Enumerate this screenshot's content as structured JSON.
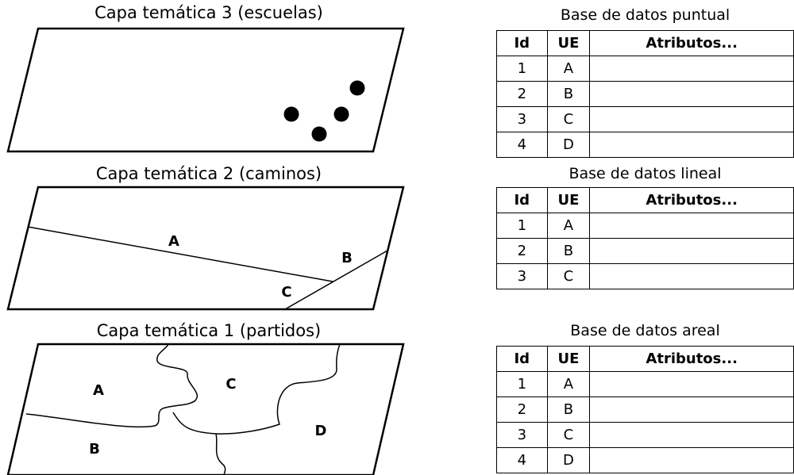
{
  "layers": {
    "schools": {
      "title": "Capa temática 3 (escuelas)"
    },
    "roads": {
      "title": "Capa temática 2 (caminos)",
      "labels": [
        "A",
        "B",
        "C"
      ]
    },
    "districts": {
      "title": "Capa temática 1 (partidos)",
      "labels": [
        "A",
        "B",
        "C",
        "D"
      ]
    }
  },
  "tables": {
    "point": {
      "title": "Base de datos puntual",
      "headers": [
        "Id",
        "UE",
        "Atributos..."
      ],
      "rows": [
        [
          "1",
          "A",
          ""
        ],
        [
          "2",
          "B",
          ""
        ],
        [
          "3",
          "C",
          ""
        ],
        [
          "4",
          "D",
          ""
        ]
      ]
    },
    "linear": {
      "title": "Base de datos lineal",
      "headers": [
        "Id",
        "UE",
        "Atributos..."
      ],
      "rows": [
        [
          "1",
          "A",
          ""
        ],
        [
          "2",
          "B",
          ""
        ],
        [
          "3",
          "C",
          ""
        ]
      ]
    },
    "areal": {
      "title": "Base de datos areal",
      "headers": [
        "Id",
        "UE",
        "Atributos..."
      ],
      "rows": [
        [
          "1",
          "A",
          ""
        ],
        [
          "2",
          "B",
          ""
        ],
        [
          "3",
          "C",
          ""
        ],
        [
          "4",
          "D",
          ""
        ]
      ]
    }
  }
}
